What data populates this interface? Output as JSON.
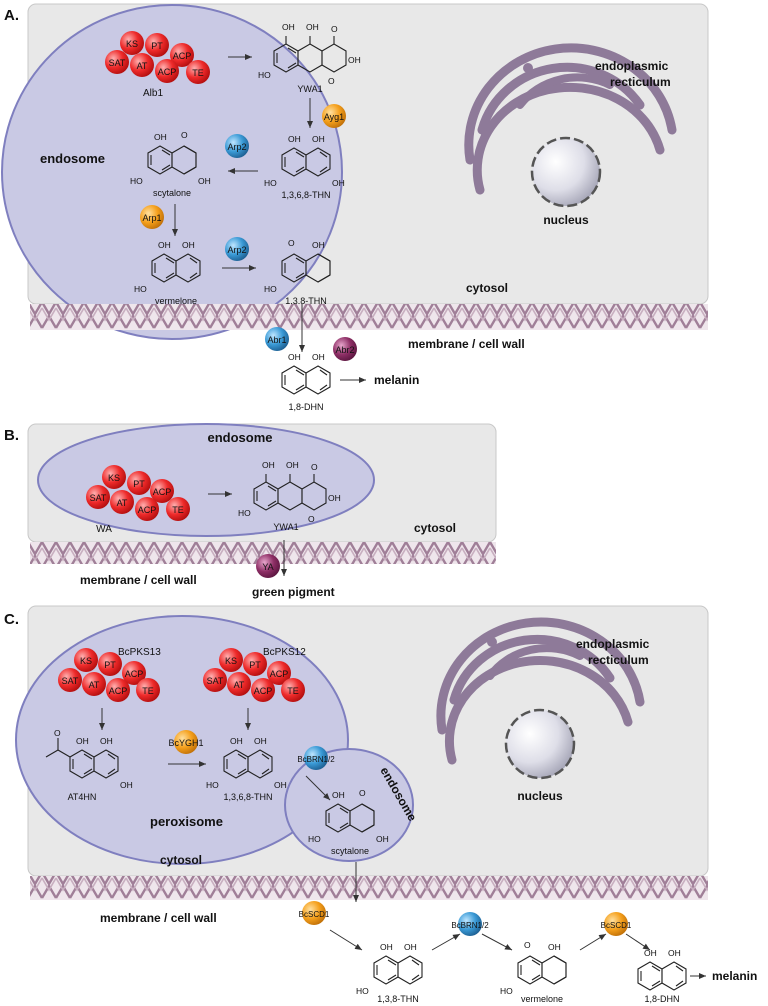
{
  "panels": {
    "A": {
      "label": "A.",
      "compartment_labels": {
        "endosome": "endosome",
        "er_line1": "endoplasmic",
        "er_line2": "recticulum",
        "nucleus": "nucleus",
        "cytosol": "cytosol",
        "membrane": "membrane / cell wall"
      },
      "pks_name": "Alb1",
      "domains": [
        "KS",
        "PT",
        "ACP",
        "SAT",
        "AT",
        "ACP",
        "TE"
      ],
      "compounds": {
        "ywa1": "YWA1",
        "thn4": "1,3,6,8-THN",
        "scytalone": "scytalone",
        "vermelone": "vermelone",
        "thn3": "1,3,8-THN",
        "dhn": "1,8-DHN",
        "melanin": "melanin"
      },
      "enzymes": {
        "ayg1": "Ayg1",
        "arp2_top": "Arp2",
        "arp1": "Arp1",
        "arp2_bottom": "Arp2",
        "abr1": "Abr1",
        "abr2": "Abr2"
      }
    },
    "B": {
      "label": "B.",
      "compartment_labels": {
        "endosome": "endosome",
        "cytosol": "cytosol",
        "membrane": "membrane / cell wall"
      },
      "pks_name": "WA",
      "domains": [
        "KS",
        "PT",
        "ACP",
        "SAT",
        "AT",
        "ACP",
        "TE"
      ],
      "compounds": {
        "ywa1": "YWA1",
        "green": "green pigment"
      },
      "enzymes": {
        "ya": "YA"
      }
    },
    "C": {
      "label": "C.",
      "compartment_labels": {
        "peroxisome": "peroxisome",
        "endosome": "endosome",
        "er_line1": "endoplasmic",
        "er_line2": "recticulum",
        "nucleus": "nucleus",
        "cytosol": "cytosol",
        "membrane": "membrane / cell wall"
      },
      "pks13_name": "BcPKS13",
      "pks12_name": "BcPKS12",
      "domains": [
        "KS",
        "PT",
        "ACP",
        "SAT",
        "AT",
        "ACP",
        "TE"
      ],
      "compounds": {
        "at4hn": "AT4HN",
        "thn4": "1,3,6,8-THN",
        "scytalone": "scytalone",
        "thn3": "1,3,8-THN",
        "vermelone": "vermelone",
        "dhn": "1,8-DHN",
        "melanin": "melanin"
      },
      "enzymes": {
        "bcygh1": "BcYGH1",
        "bcbrn_endo": "BcBRN1/2",
        "bcscd1_left": "BcSCD1",
        "bcbrn_out": "BcBRN1/2",
        "bcscd1_right": "BcSCD1"
      }
    }
  },
  "colors": {
    "cell": "#e8e8e8",
    "organelle": "#c9c9e4",
    "organelle_edge": "#7f7fbf",
    "pks_red": "#ee2a2a",
    "orange": "#f5a01c",
    "blue": "#3a9ad6",
    "purple": "#8e2f66",
    "membrane": "#b89ab0",
    "er": "#8e7a99"
  }
}
